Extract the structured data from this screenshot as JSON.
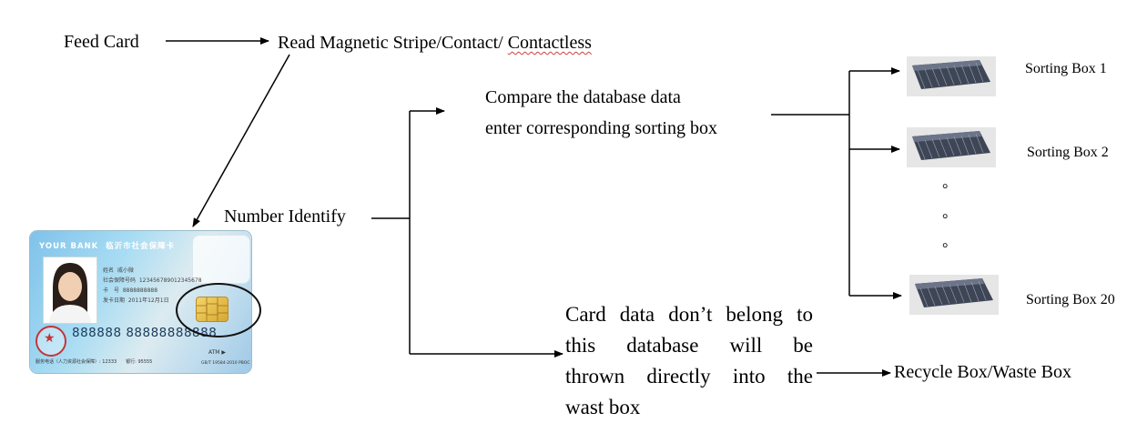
{
  "flow": {
    "feed_card": "Feed Card",
    "read_stripe_prefix": "Read Magnetic Stripe/Contact/ ",
    "read_stripe_suffix": "Contactless",
    "number_identify": "Number Identify",
    "compare_line1": "Compare the database data",
    "compare_line2": "enter corresponding sorting box",
    "reject_line1": "Card data don’t belong to",
    "reject_line2": "this database will be",
    "reject_line3": "thrown directly into the",
    "reject_line4": "wast box",
    "recycle": "Recycle Box/Waste Box"
  },
  "sorting_boxes": [
    {
      "label": "Sorting Box 1"
    },
    {
      "label": "Sorting Box 2"
    },
    {
      "label": "Sorting Box 20"
    }
  ],
  "ellipsis": [
    "°",
    "°",
    "°"
  ],
  "card": {
    "bank_name": "YOUR BANK",
    "issuer": "临沂市社会保障卡",
    "field_name_label": "姓名",
    "field_name_value": "戚小微",
    "field_ssn_label": "社会保障号码",
    "field_ssn_value": "123456789012345678",
    "field_card_label": "卡　号",
    "field_card_value": "8888888888",
    "field_date_label": "发卡日期",
    "field_date_value": "2011年12月1日",
    "card_number": "888888 88888888888",
    "atm": "ATM ▶",
    "footer_left": "服务电话（人力资源社会保障）: 12333　　银行: 95555",
    "footer_right": "GB/T 19584-2010 PBOC"
  },
  "colors": {
    "line": "#000000",
    "box_fill": "#e6e6e6",
    "card_blue": "#7fc2ea",
    "chip_gold": "#e0b743",
    "seal_red": "#c63333"
  }
}
